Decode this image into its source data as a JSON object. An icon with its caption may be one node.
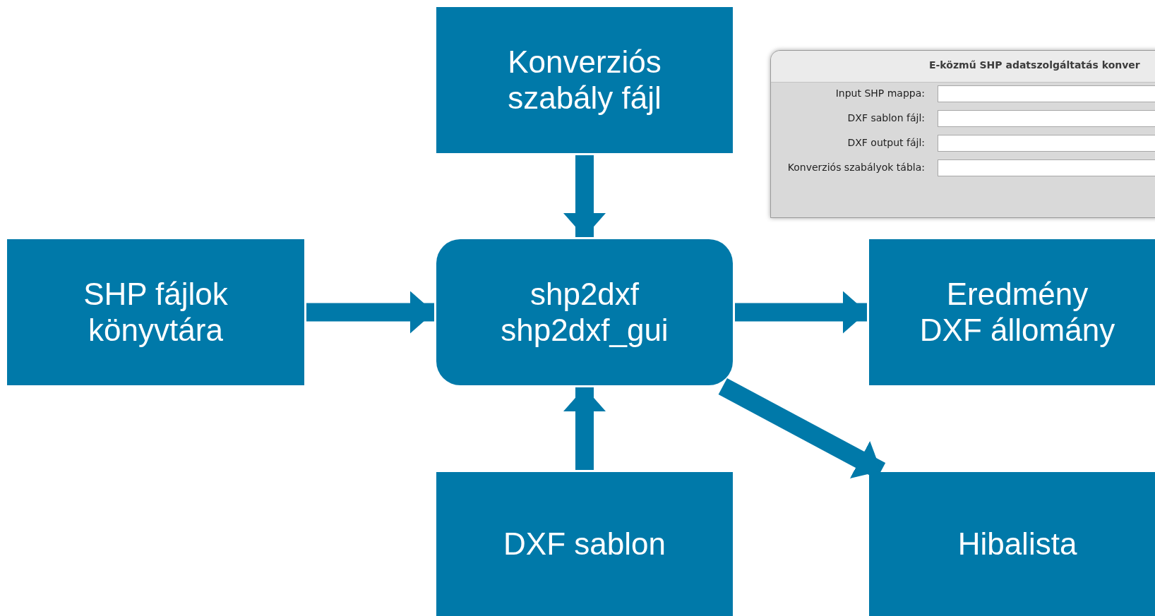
{
  "diagram": {
    "nodes": [
      {
        "text": [
          "Konverziós szabály fájl"
        ]
      },
      {
        "text": [
          "SHP fájlok könyvtára"
        ]
      },
      {
        "text": [
          "shp2dxf shp2dxf_gui"
        ]
      },
      {
        "text": [
          "Eredmény DXF állomány"
        ]
      },
      {
        "text": [
          "DXF sablon"
        ]
      },
      {
        "text": [
          "Hibalista"
        ]
      }
    ],
    "edges": [
      {
        "from": 0,
        "to": 2,
        "arrow": "to"
      },
      {
        "from": 1,
        "to": 2,
        "arrow": "to"
      },
      {
        "from": 2,
        "to": 3,
        "arrow": "to"
      },
      {
        "from": 4,
        "to": 2,
        "arrow": "to"
      },
      {
        "from": 2,
        "to": 5,
        "arrow": "to"
      }
    ],
    "labels": [
      "E-közmű SHP adatszolgáltatás konver",
      "Input SHP mappa:",
      "DXF sablon fájl:",
      "DXF output fájl:",
      "Konverziós szabályok tábla:"
    ]
  }
}
